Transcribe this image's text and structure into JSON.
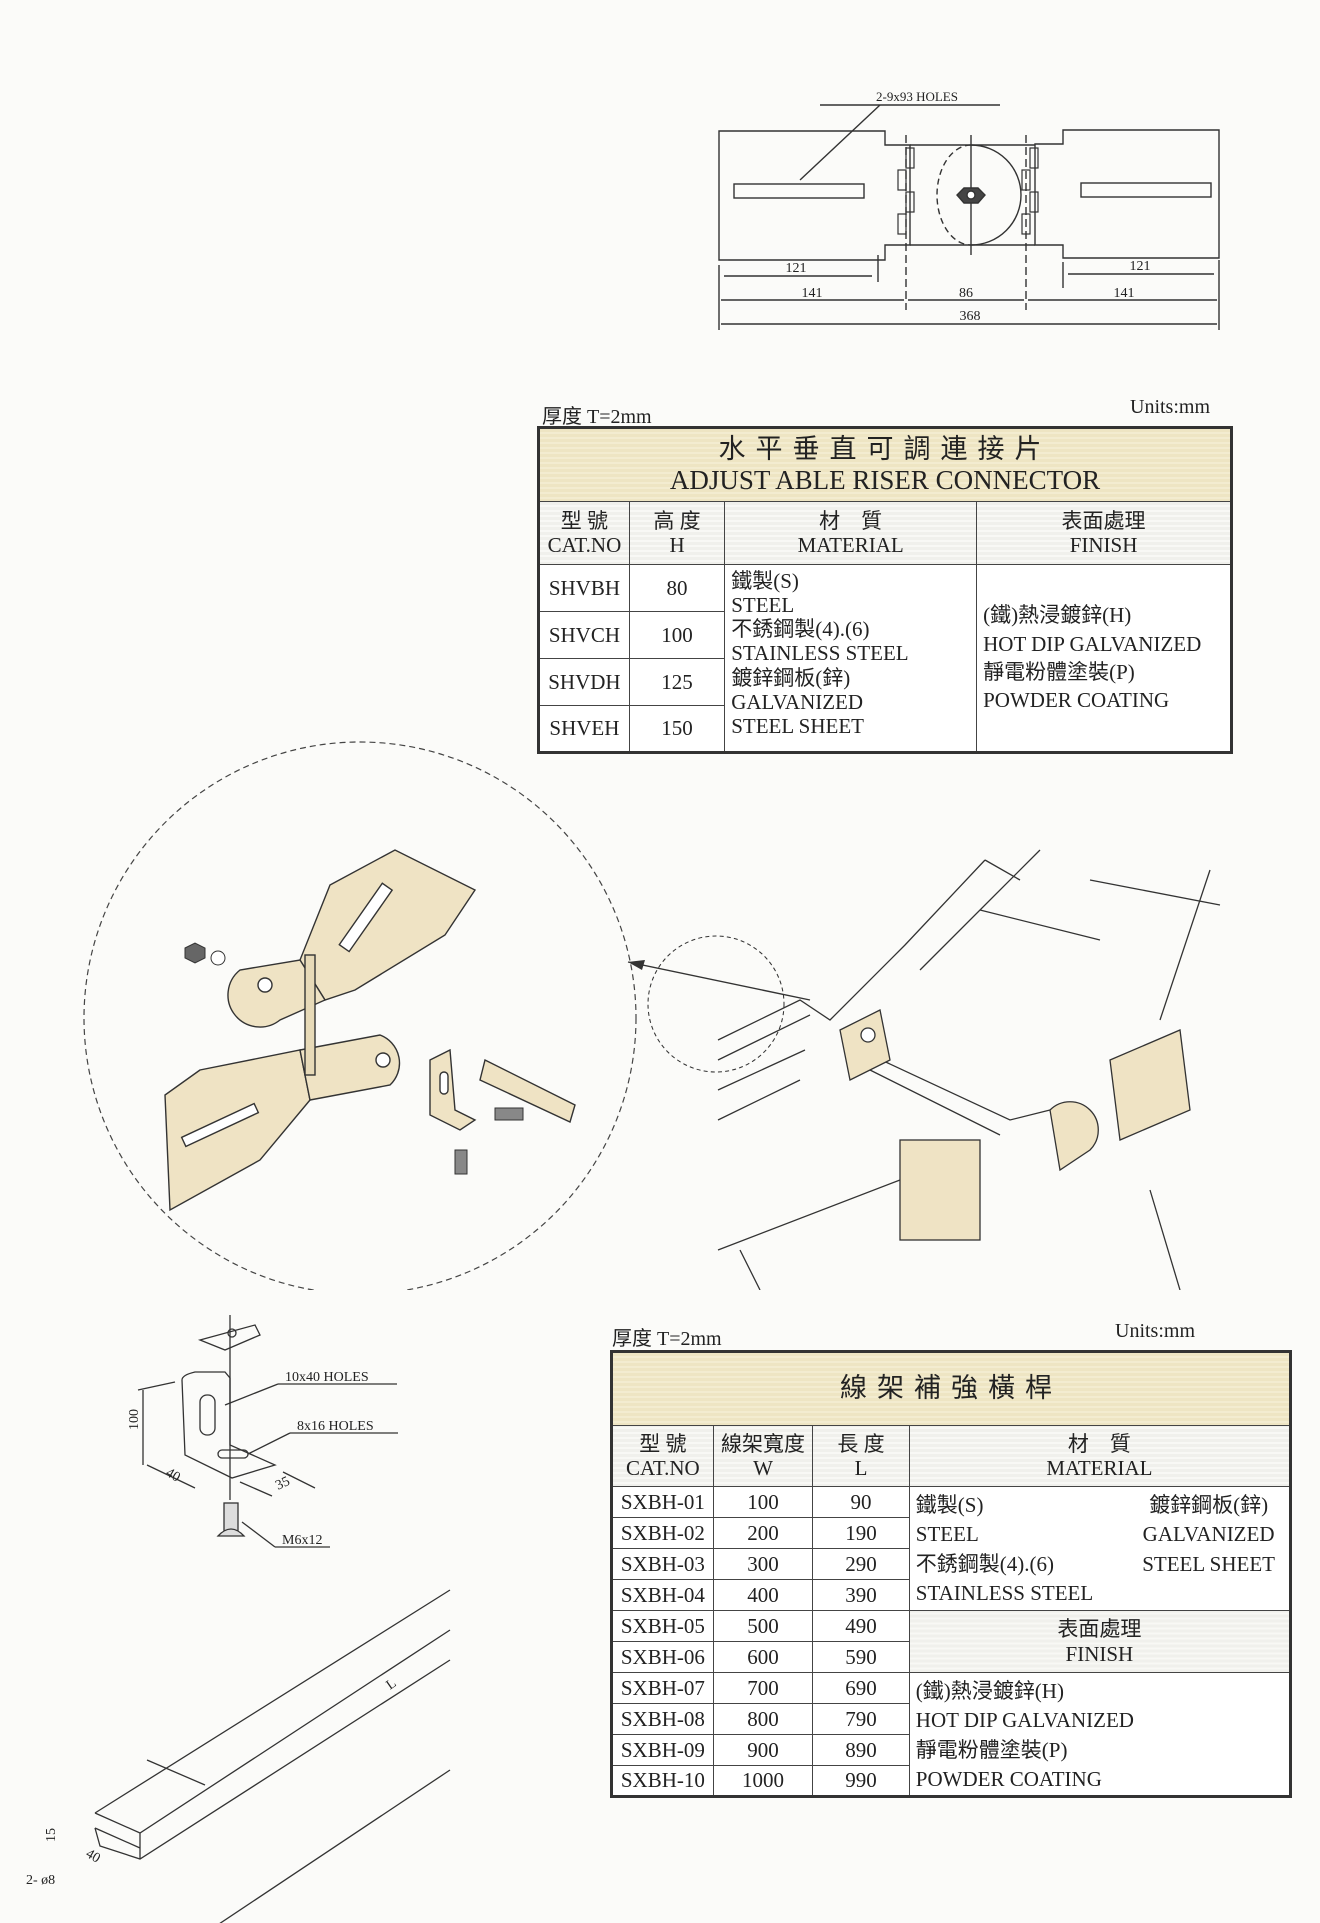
{
  "top_drawing": {
    "hole_label": "2-9x93  HOLES",
    "dims": {
      "left_inner": "121",
      "right_inner": "121",
      "left_outer": "141",
      "center": "86",
      "right_outer": "141",
      "total": "368"
    }
  },
  "table1": {
    "thickness": "厚度 T=2mm",
    "units": "Units:mm",
    "title_cn": "水平垂直可調連接片",
    "title_en": "ADJUST ABLE RISER CONNECTOR",
    "headers": [
      {
        "cn": "型 號",
        "en": "CAT.NO"
      },
      {
        "cn": "高 度",
        "en": "H"
      },
      {
        "cn": "材　質",
        "en": "MATERIAL"
      },
      {
        "cn": "表面處理",
        "en": "FINISH"
      }
    ],
    "rows": [
      {
        "cat": "SHVBH",
        "h": "80"
      },
      {
        "cat": "SHVCH",
        "h": "100"
      },
      {
        "cat": "SHVDH",
        "h": "125"
      },
      {
        "cat": "SHVEH",
        "h": "150"
      }
    ],
    "material_lines": [
      "鐵製(S)",
      "STEEL",
      "不銹鋼製(4).(6)",
      "STAINLESS STEEL",
      "鍍鋅鋼板(鋅)",
      "GALVANIZED",
      "STEEL SHEET"
    ],
    "finish_lines": [
      "(鐵)熱浸鍍鋅(H)",
      "HOT DIP GALVANIZED",
      "靜電粉體塗裝(P)",
      "POWDER COATING"
    ]
  },
  "bracket_drawing": {
    "slot_label": "10x40  HOLES",
    "hole_label": "8x16  HOLES",
    "bolt_label": "M6x12",
    "dim_height": "100",
    "dim_depth": "40",
    "dim_width": "35"
  },
  "channel_drawing": {
    "dim_height": "15",
    "dim_width": "40",
    "dim_length": "L",
    "holes_label": "2- ø8"
  },
  "table2": {
    "thickness": "厚度 T=2mm",
    "units": "Units:mm",
    "title_cn": "線架補強橫桿",
    "headers": [
      {
        "cn": "型 號",
        "en": "CAT.NO"
      },
      {
        "cn": "線架寬度",
        "en": "W"
      },
      {
        "cn": "長 度",
        "en": "L"
      },
      {
        "cn": "材　質",
        "en": "MATERIAL"
      }
    ],
    "rows": [
      {
        "cat": "SXBH-01",
        "w": "100",
        "l": "90"
      },
      {
        "cat": "SXBH-02",
        "w": "200",
        "l": "190"
      },
      {
        "cat": "SXBH-03",
        "w": "300",
        "l": "290"
      },
      {
        "cat": "SXBH-04",
        "w": "400",
        "l": "390"
      },
      {
        "cat": "SXBH-05",
        "w": "500",
        "l": "490"
      },
      {
        "cat": "SXBH-06",
        "w": "600",
        "l": "590"
      },
      {
        "cat": "SXBH-07",
        "w": "700",
        "l": "690"
      },
      {
        "cat": "SXBH-08",
        "w": "800",
        "l": "790"
      },
      {
        "cat": "SXBH-09",
        "w": "900",
        "l": "890"
      },
      {
        "cat": "SXBH-10",
        "w": "1000",
        "l": "990"
      }
    ],
    "material_left": [
      "鐵製(S)",
      "STEEL",
      "不銹鋼製(4).(6)",
      "STAINLESS STEEL"
    ],
    "material_right": [
      "鍍鋅鋼板(鋅)",
      "GALVANIZED",
      "STEEL SHEET"
    ],
    "finish_header": {
      "cn": "表面處理",
      "en": "FINISH"
    },
    "finish_lines": [
      "(鐵)熱浸鍍鋅(H)",
      "HOT DIP GALVANIZED",
      "靜電粉體塗裝(P)",
      "POWDER COATING"
    ]
  },
  "colors": {
    "header_fill": "#eee5c3",
    "part_fill": "#efe3c4",
    "line": "#333333"
  }
}
